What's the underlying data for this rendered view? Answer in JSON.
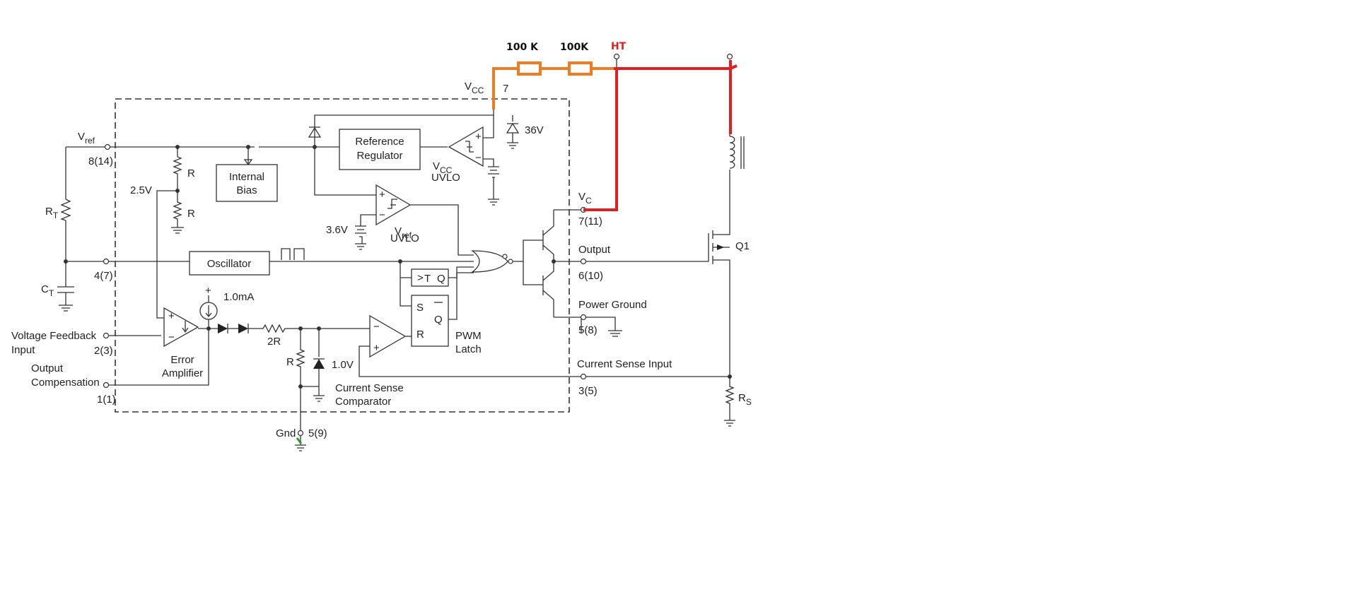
{
  "ic": {
    "vref": {
      "name": "V",
      "sub": "ref",
      "pin": "8(14)"
    },
    "rt": {
      "name": "R",
      "sub": "T"
    },
    "ct": {
      "name": "C",
      "sub": "T"
    },
    "osc_pin": "4(7)",
    "vfb": {
      "line1": "Voltage Feedback",
      "line2": "Input",
      "pin": "2(3)"
    },
    "comp": {
      "line1": "Output",
      "line2": "Compensation",
      "pin": "1(1)"
    },
    "gnd": {
      "label": "Gnd",
      "pin": "5(9)"
    },
    "r_top": "R",
    "r_bot": "R",
    "v25": "2.5V",
    "internal_bias": {
      "line1": "Internal",
      "line2": "Bias"
    },
    "ref_reg": {
      "line1": "Reference",
      "line2": "Regulator"
    },
    "vcc_uvlo": {
      "name": "V",
      "sub": "CC",
      "label": "UVLO"
    },
    "vref_uvlo": {
      "name": "V",
      "sub": "ref",
      "label": "UVLO"
    },
    "v36": "36V",
    "v36b": "3.6V",
    "oscillator": "Oscillator",
    "i_src": "1.0mA",
    "ea": {
      "line1": "Error",
      "line2": "Amplifier"
    },
    "r2r": "2R",
    "r_cs": "R",
    "v10": "1.0V",
    "csc": {
      "line1": "Current Sense",
      "line2": "Comparator"
    },
    "latch": {
      "s": "S",
      "r": "R",
      "q": "Q",
      "t": "T",
      "tq": "Q",
      "line1": "PWM",
      "line2": "Latch"
    },
    "vcc": {
      "name": "V",
      "sub": "CC",
      "pin": "7"
    },
    "vc": {
      "name": "V",
      "sub": "C",
      "pin": "7(11)"
    },
    "output": {
      "label": "Output",
      "pin": "6(10)"
    },
    "pgnd": {
      "label": "Power Ground",
      "pin": "5(8)"
    },
    "cs_in": {
      "label": "Current Sense Input",
      "pin": "3(5)"
    }
  },
  "external": {
    "res1": "100 K",
    "res2": "100K",
    "ht": "HT",
    "q1": "Q1",
    "rs": {
      "name": "R",
      "sub": "S"
    }
  },
  "colors": {
    "added_resistor_path": "#f07c22",
    "ht_supply_path": "#e02020",
    "ht_label": "#e02020"
  }
}
